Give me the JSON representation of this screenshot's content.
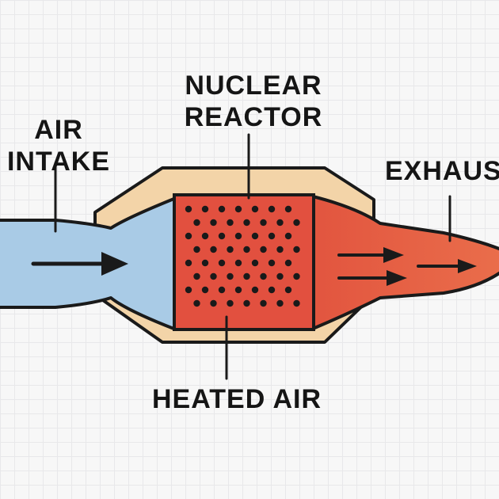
{
  "labels": {
    "air_intake_line1": "AIR",
    "air_intake_line2": "INTAKE",
    "reactor_line1": "NUCLEAR",
    "reactor_line2": "REACTOR",
    "exhaust": "EXHAUS",
    "heated_air": "HEATED AIR"
  },
  "colors": {
    "intake_air": "#a9cbe6",
    "reactor_core": "#e2503f",
    "exhaust_near": "#e2553f",
    "exhaust_far": "#e96a49",
    "housing": "#f3d4a8",
    "outline": "#1a1a1a",
    "background": "#f7f7f7"
  }
}
